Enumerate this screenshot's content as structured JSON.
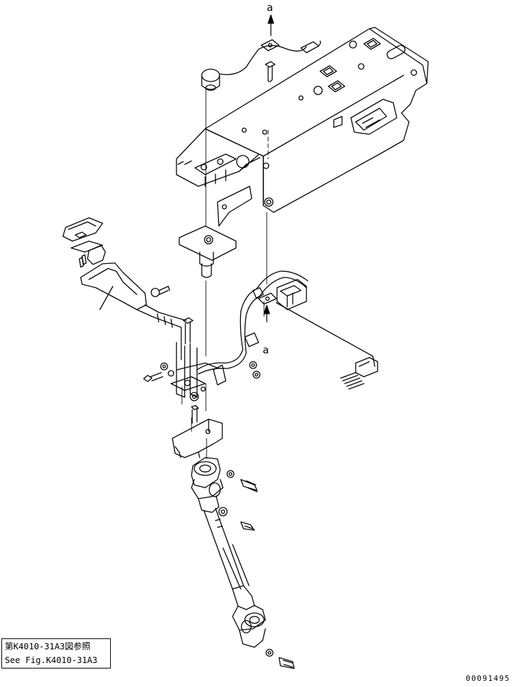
{
  "callouts": {
    "top_marker": "a",
    "mid_marker": "a"
  },
  "reference_box": {
    "line_ja": "第K4010-31A3図参照",
    "line_en": "See Fig.K4010-31A3"
  },
  "figure_number": "00091495",
  "colors": {
    "line": "#000000",
    "background": "#ffffff"
  }
}
